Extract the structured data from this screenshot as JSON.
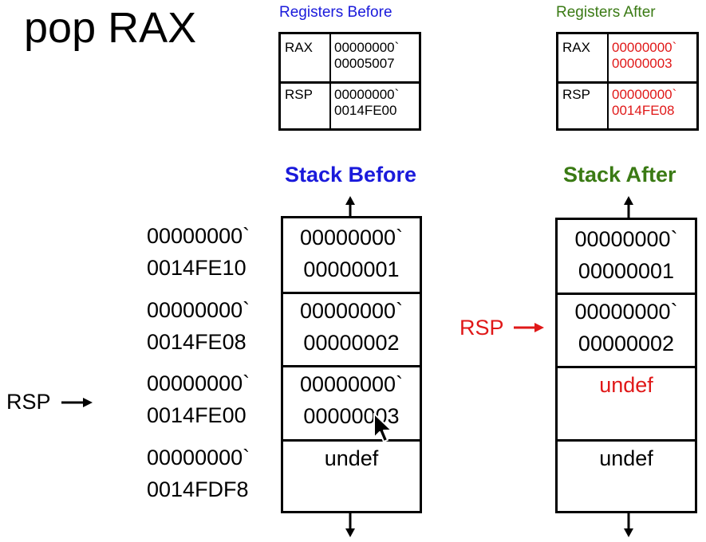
{
  "title": "pop RAX",
  "colors": {
    "before_heading": "#1a1adb",
    "after_heading": "#3a7a14",
    "changed": "#e01818",
    "text": "#000000"
  },
  "registers_before": {
    "heading": "Registers Before",
    "rows": [
      {
        "name": "RAX",
        "value_line1": "00000000`",
        "value_line2": "00005007"
      },
      {
        "name": "RSP",
        "value_line1": "00000000`",
        "value_line2": "0014FE00"
      }
    ]
  },
  "registers_after": {
    "heading": "Registers After",
    "rows": [
      {
        "name": "RAX",
        "value_line1": "00000000`",
        "value_line2": "00000003"
      },
      {
        "name": "RSP",
        "value_line1": "00000000`",
        "value_line2": "0014FE08"
      }
    ]
  },
  "addresses": [
    {
      "line1": "00000000`",
      "line2": "0014FE10"
    },
    {
      "line1": "00000000`",
      "line2": "0014FE08"
    },
    {
      "line1": "00000000`",
      "line2": "0014FE00"
    },
    {
      "line1": "00000000`",
      "line2": "0014FDF8"
    }
  ],
  "stack_before": {
    "heading": "Stack Before",
    "rsp_label": "RSP",
    "rsp_slot_index": 2,
    "slots": [
      {
        "line1": "00000000`",
        "line2": "00000001"
      },
      {
        "line1": "00000000`",
        "line2": "00000002"
      },
      {
        "line1": "00000000`",
        "line2": "00000003"
      },
      {
        "line1": "undef",
        "line2": ""
      }
    ]
  },
  "stack_after": {
    "heading": "Stack After",
    "rsp_label": "RSP",
    "rsp_slot_index": 1,
    "slots": [
      {
        "line1": "00000000`",
        "line2": "00000001"
      },
      {
        "line1": "00000000`",
        "line2": "00000002"
      },
      {
        "line1": "undef",
        "line2": ""
      },
      {
        "line1": "undef",
        "line2": ""
      }
    ]
  }
}
